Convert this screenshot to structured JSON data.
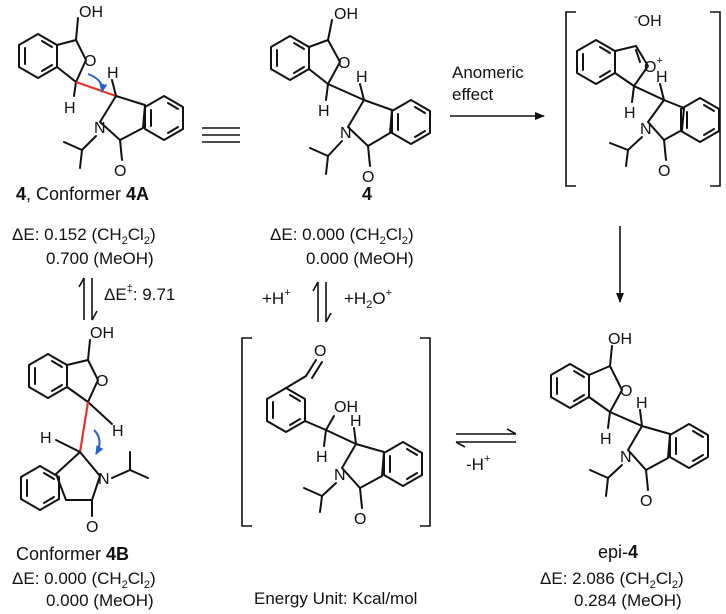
{
  "structures": {
    "conf4A": {
      "caption_bold1": "4",
      "caption_mid": ", Conformer ",
      "caption_bold2": "4A",
      "energy_ch2cl2": "0.152",
      "energy_meoh": "0.700"
    },
    "cmp4": {
      "caption_bold": "4",
      "energy_ch2cl2": "0.000",
      "energy_meoh": "0.000"
    },
    "conf4B": {
      "caption_pre": "Conformer ",
      "caption_bold": "4B",
      "energy_ch2cl2": "0.000",
      "energy_meoh": "0.000"
    },
    "epi4": {
      "caption_pre": "epi-",
      "caption_bold": "4",
      "energy_ch2cl2": "2.086",
      "energy_meoh": "0.284"
    }
  },
  "labels": {
    "delta_e": "ΔE:",
    "ch2cl2_open": "(CH",
    "ch2cl2_sub2a": "2",
    "ch2cl2_mid": "Cl",
    "ch2cl2_sub2b": "2",
    "ch2cl2_close": ")",
    "meoh": "(MeOH)",
    "barrier_label": "ΔE",
    "barrier_dagger": "‡",
    "barrier_colon": ":",
    "barrier_value": "9.71",
    "plus_h": "+H",
    "plus_sup": "+",
    "plus_h2o": "+H",
    "h2o_sub": "2",
    "h2o_o": "O",
    "minus_h": "-H",
    "anomeric_line1": "Anomeric",
    "anomeric_line2": "effect",
    "energy_unit": "Energy Unit: Kcal/mol"
  },
  "atoms": {
    "oh": "OH",
    "o": "O",
    "n": "N",
    "h": "H",
    "hydroxide": "-OH",
    "oplus": "O+"
  }
}
